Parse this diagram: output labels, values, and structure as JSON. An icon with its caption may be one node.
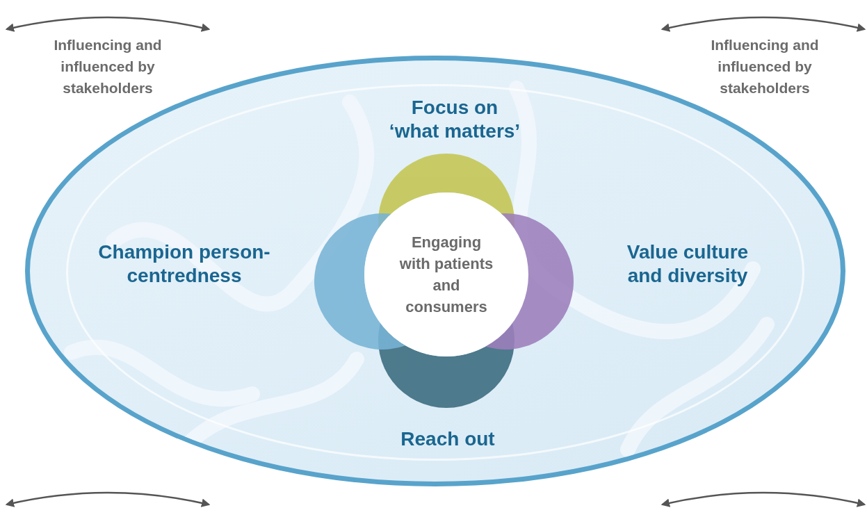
{
  "diagram": {
    "nodes": [
      {
        "text": [],
        "shape": "ellipse"
      },
      {
        "text": [],
        "shape": "circle",
        "in": 0,
        "beside": [
          "Focus on ‘what matters’"
        ]
      },
      {
        "text": [],
        "shape": "circle",
        "in": 0,
        "beside": [
          "Champion person-centredness"
        ]
      },
      {
        "text": [],
        "shape": "circle",
        "in": 0,
        "beside": [
          "Value culture and diversity"
        ]
      },
      {
        "text": [],
        "shape": "circle",
        "in": 0,
        "beside": [
          "Reach out"
        ]
      },
      {
        "text": [
          "Engaging with patients and consumers"
        ],
        "in": 0
      }
    ],
    "labels": [
      "Influencing and influenced by stakeholders",
      "Influencing and influenced by stakeholders"
    ]
  }
}
